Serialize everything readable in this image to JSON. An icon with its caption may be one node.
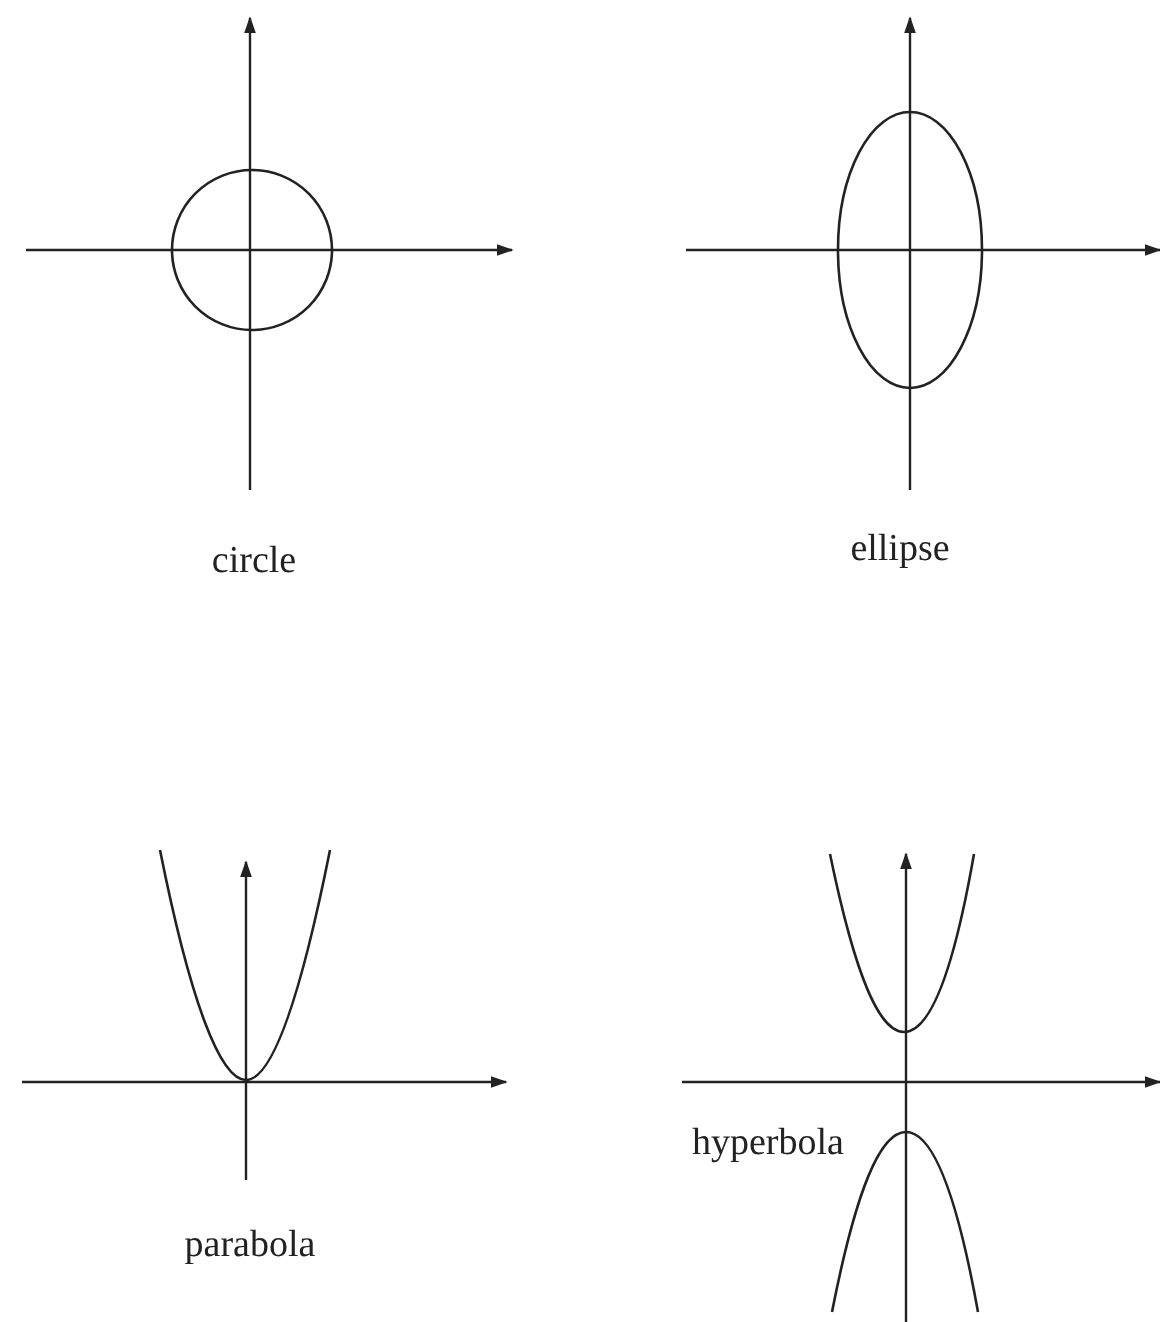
{
  "diagram": {
    "labels": [
      "circle",
      "ellipse",
      "parabola",
      "hyperbola"
    ]
  }
}
